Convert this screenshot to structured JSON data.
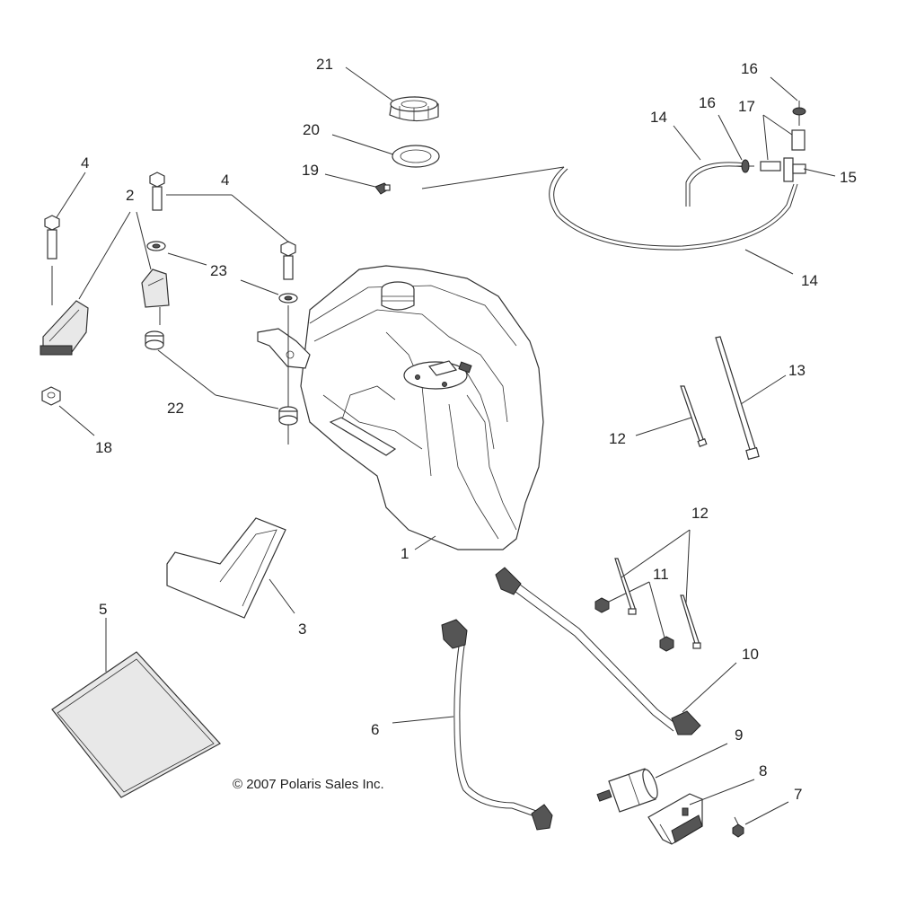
{
  "callouts": {
    "c1": "1",
    "c2": "2",
    "c3": "3",
    "c4a": "4",
    "c4b": "4",
    "c5": "5",
    "c6": "6",
    "c7": "7",
    "c8": "8",
    "c9": "9",
    "c10": "10",
    "c11": "11",
    "c12a": "12",
    "c12b": "12",
    "c13": "13",
    "c14a": "14",
    "c14b": "14",
    "c15": "15",
    "c16a": "16",
    "c16b": "16",
    "c17": "17",
    "c18": "18",
    "c19": "19",
    "c20": "20",
    "c21": "21",
    "c22": "22",
    "c23": "23"
  },
  "copyright": "© 2007 Polaris Sales Inc."
}
